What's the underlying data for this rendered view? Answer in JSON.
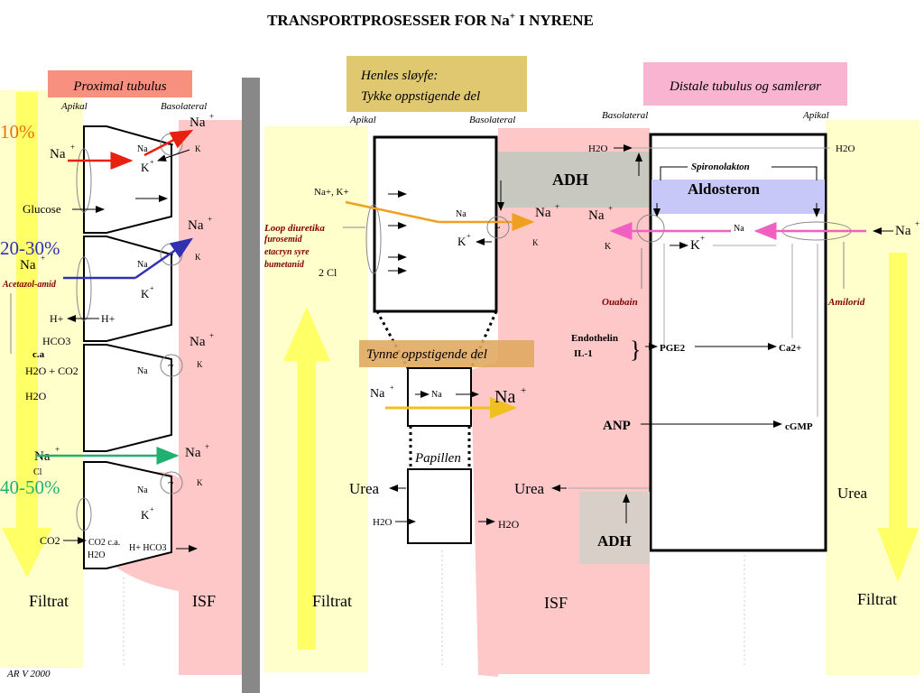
{
  "title": "TRANSPORTPROSESSER FOR Na",
  "title_sup": "+",
  "title_end": " I NYRENE",
  "credit": "AR V 2000",
  "colors": {
    "isf": "#ffc8c8",
    "filtrat_bg": "#ffffcc",
    "arrow_yellow": "#ffff66",
    "wall_gray": "#888888",
    "red_arrow": "#e82010",
    "blue_arrow": "#3030b0",
    "green_arrow": "#20b070",
    "orange_arrow": "#f0a020",
    "yellow_arrow": "#f0c020",
    "pink_arrow": "#f060c0",
    "pct_10": "#e87010",
    "pct_20": "#3030b0",
    "pct_40": "#20b070"
  },
  "proximal": {
    "header": "Proximal tubulus",
    "apikal": "Apikal",
    "basolateral": "Basolateral",
    "pct_10": "10%",
    "pct_20": "20-30%",
    "pct_40": "40-50%",
    "glucose": "Glucose",
    "acetazolamid": "Acetazol-amid",
    "hplus": "H+",
    "hco3": "HCO3",
    "ca": "c.a",
    "h2o_co2": "H2O + CO2",
    "h2o": "H2O",
    "cl": "Cl",
    "co2": "CO2",
    "co2_ca": "CO2 c.a.",
    "h2o_small": "H2O",
    "hplus_hco3": "H+ HCO3",
    "na": "Na",
    "k": "K",
    "filtrat": "Filtrat",
    "isf": "ISF"
  },
  "henle": {
    "header_line1": "Henles sløyfe:",
    "header_line2": "Tykke oppstigende del",
    "apikal": "Apikal",
    "basolateral": "Basolateral",
    "adh": "ADH",
    "na_k": "Na+, K+",
    "two_cl": "2 Cl",
    "loop_diuretika": "Loop diuretika",
    "furosemid": "furosemid",
    "etacryn": "etacryn syre",
    "bumetanid": "bumetanid",
    "tynne": "Tynne oppstigende del",
    "papillen": "Papillen",
    "urea": "Urea",
    "h2o": "H2O",
    "filtrat": "Filtrat",
    "isf": "ISF"
  },
  "distal": {
    "header": "Distale tubulus og samlerør",
    "basolateral": "Basolateral",
    "apikal": "Apikal",
    "h2o": "H2O",
    "spironolakton": "Spironolakton",
    "aldosteron": "Aldosteron",
    "ouabain": "Ouabain",
    "amilorid": "Amilorid",
    "endothelin": "Endothelin",
    "il1": "IL-1",
    "pge2": "PGE2",
    "ca2": "Ca2+",
    "anp": "ANP",
    "cgmp": "cGMP",
    "urea": "Urea",
    "adh": "ADH",
    "filtrat": "Filtrat"
  }
}
